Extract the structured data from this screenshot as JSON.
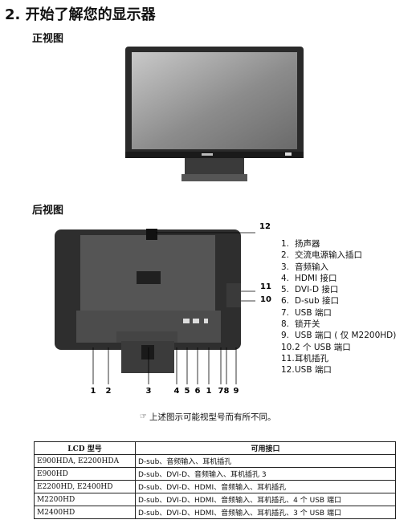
{
  "page_title": "2. 开始了解您的显示器",
  "front_view": {
    "heading": "正视图"
  },
  "rear_view": {
    "heading": "后视图",
    "callout_top": "12",
    "callout_right_upper": "11",
    "callout_right_lower": "10",
    "bottom_numbers": [
      "1",
      "2",
      "3",
      "4",
      "5",
      "6",
      "1",
      "7",
      "8",
      "9"
    ]
  },
  "legend": [
    {
      "n": "1.",
      "label": "扬声器"
    },
    {
      "n": "2.",
      "label": "交流电源输入插口"
    },
    {
      "n": "3.",
      "label": "音频输入"
    },
    {
      "n": "4.",
      "label": "HDMI 接口"
    },
    {
      "n": "5.",
      "label": "DVI-D 接口"
    },
    {
      "n": "6.",
      "label": "D-sub 接口"
    },
    {
      "n": "7.",
      "label": "USB 端口"
    },
    {
      "n": "8.",
      "label": "锁开关"
    },
    {
      "n": "9.",
      "label": "USB 端口 ( 仅 M2200HD)"
    },
    {
      "n": "10.",
      "label": "2 个 USB 端口"
    },
    {
      "n": "11.",
      "label": "耳机插孔"
    },
    {
      "n": "12.",
      "label": "USB 端口"
    }
  ],
  "note": {
    "icon": "pointing-hand-icon",
    "text": "上述图示可能视型号而有所不同。"
  },
  "table": {
    "headers": [
      "LCD 型号",
      "可用接口"
    ],
    "rows": [
      [
        "E900HDA, E2200HDA",
        "D-sub、音频输入、耳机插孔"
      ],
      [
        "E900HD",
        "D-sub、DVI-D、音频输入、耳机插孔 3"
      ],
      [
        "E2200HD, E2400HD",
        "D-sub、DVI-D、HDMI、音频输入、耳机插孔"
      ],
      [
        "M2200HD",
        "D-sub、DVI-D、HDMI、音频输入、耳机插孔、4 个 USB 端口"
      ],
      [
        "M2400HD",
        "D-sub、DVI-D、HDMI、音频输入、耳机插孔、3 个 USB 端口"
      ]
    ]
  }
}
